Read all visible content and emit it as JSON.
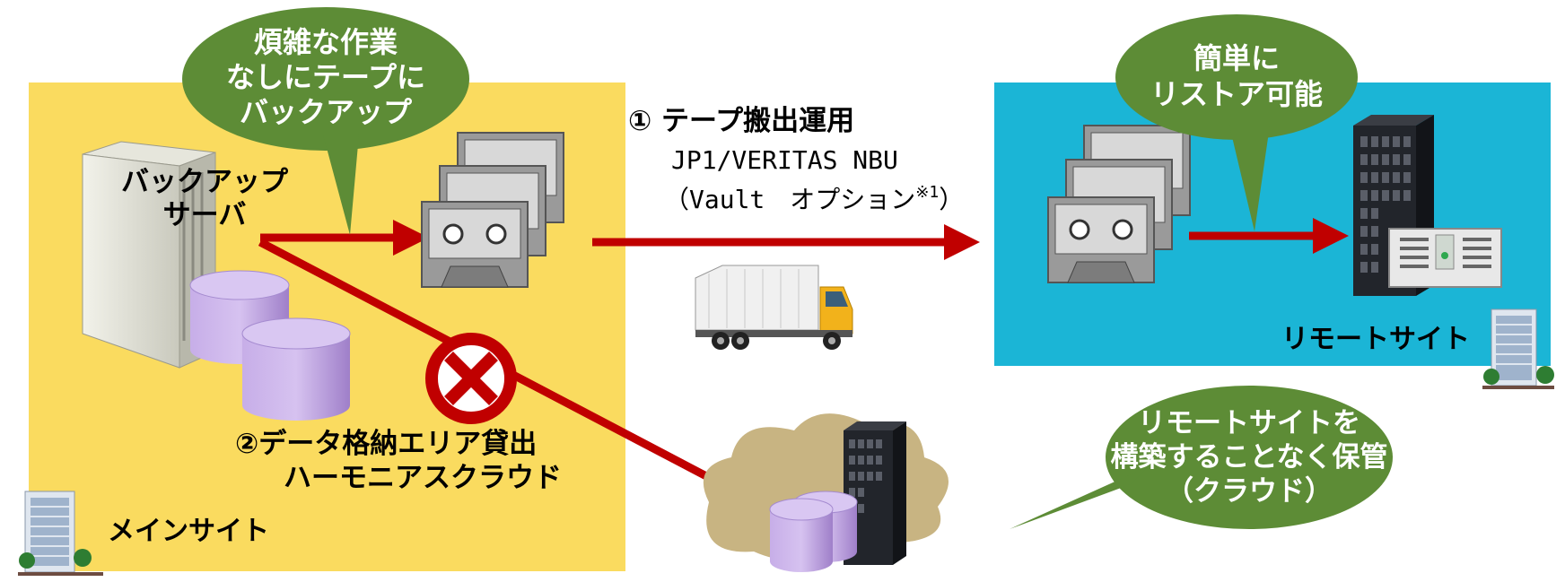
{
  "main_site": {
    "name": "メインサイト",
    "backup_server": [
      "バックアップ",
      "サーバ"
    ],
    "option2": [
      "②データ格納エリア貸出",
      "ハーモニアスクラウド"
    ]
  },
  "bubble_tape": [
    "煩雑な作業",
    "なしにテープに",
    "バックアップ"
  ],
  "option1": {
    "title": "① テープ搬出運用",
    "line2": "JP1/VERITAS NBU",
    "line3": "（Vault　オプション",
    "footnote": "※1",
    "line3_end": "）"
  },
  "remote_site": {
    "name": "リモートサイト",
    "bubble": [
      "簡単に",
      "リストア可能"
    ]
  },
  "bubble_cloud": [
    "リモートサイトを",
    "構築することなく保管",
    "（クラウド）"
  ],
  "colors": {
    "main_site_bg": "#fadb5f",
    "remote_site_bg": "#1bb5d6",
    "bubble_green": "#5d8c36",
    "arrow_red": "#c00000",
    "cloud": "#c8b482",
    "db_purple": "#b69ad9"
  },
  "icons": [
    "server-icon",
    "database-icon",
    "tape-cartridge-icon",
    "truck-icon",
    "rack-server-icon",
    "tape-library-icon",
    "building-icon",
    "cloud-icon",
    "prohibited-icon"
  ]
}
